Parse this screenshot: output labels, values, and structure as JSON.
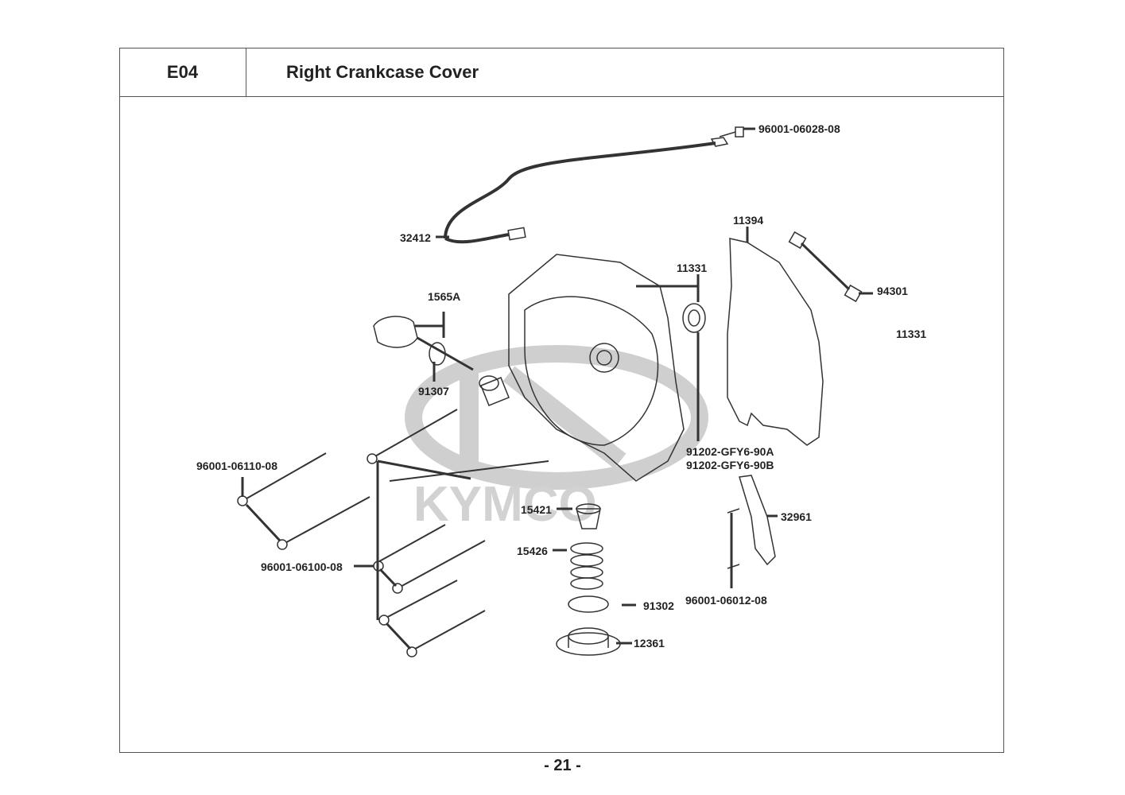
{
  "header": {
    "section_code": "E04",
    "title": "Right Crankcase Cover"
  },
  "watermark": "KYMCO",
  "labels": {
    "bolt_top": "96001-06028-08",
    "wire": "32412",
    "gasket": "11394",
    "cover": "11331",
    "dowel": "94301",
    "cover_side": "11331",
    "dipstick": "1565A",
    "o_ring_dipstick": "91307",
    "seal_a": "91202-GFY6-90A",
    "seal_b": "91202-GFY6-90B",
    "bolt_long": "96001-06110-08",
    "bolt_medium": "96001-06100-08",
    "strainer": "15421",
    "spring": "15426",
    "o_ring_plug": "91302",
    "drain_plug": "12361",
    "guide": "32961",
    "bolt_guide": "96001-06012-08"
  },
  "footer": {
    "page_number": "- 21 -"
  }
}
